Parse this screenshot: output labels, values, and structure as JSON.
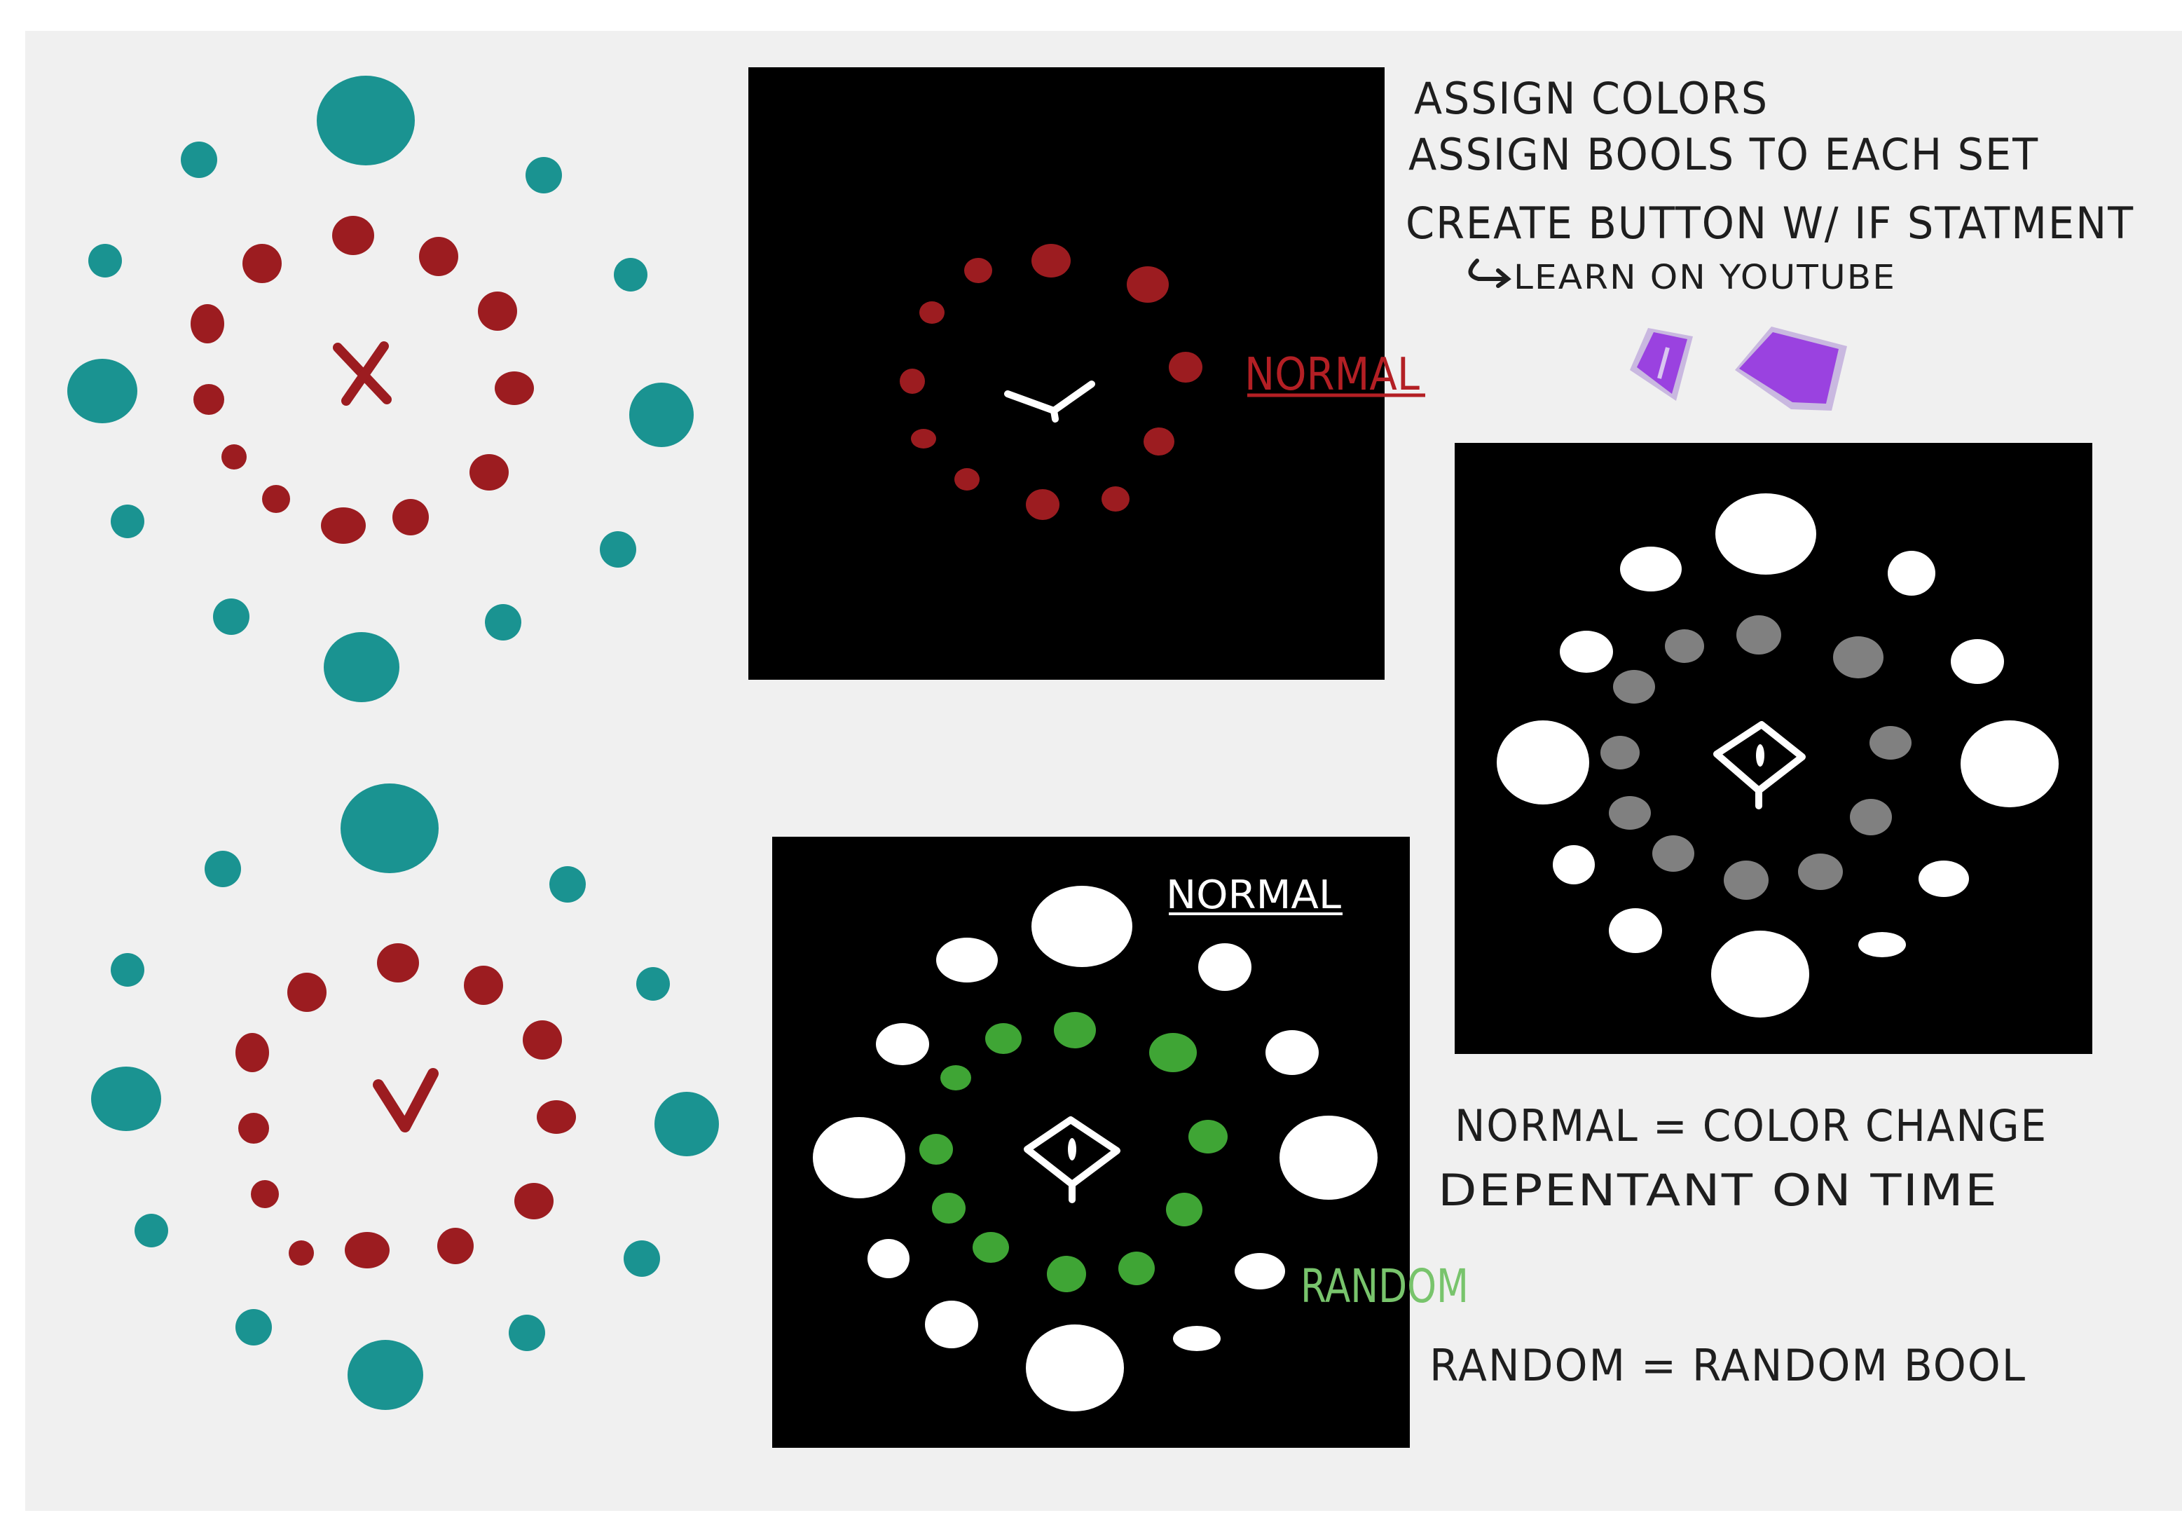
{
  "colors": {
    "paper": "#f0f0f0",
    "border": "#ffffff",
    "panel": "#000000",
    "teal": "#1a9391",
    "red": "#9c1c20",
    "green": "#3fa535",
    "grey": "#808080",
    "white": "#ffffff",
    "purple": "#9a42e0",
    "ink": "#1e1e1e"
  },
  "notes": {
    "line1": "ASSIGN COLORS",
    "line2": "ASSIGN BOOLS TO EACH SET",
    "line3": "CREATE BUTTON W/ IF STATMENT",
    "line4": "LEARN ON YOUTUBE",
    "normal_def_1": "NORMAL = COLOR CHANGE",
    "normal_def_2": "DEPENTANT ON TIME",
    "random_def": "RANDOM = RANDOM BOOL"
  },
  "labels": {
    "normal_red": "NORMAL",
    "normal_white": "NORMAL",
    "random_green": "RANDOM"
  },
  "icons": {
    "wrong": "x-mark-icon",
    "right": "check-mark-icon",
    "clock": "clock-hands-icon",
    "eye": "eye-diamond-icon",
    "arrow": "curved-arrow-icon",
    "swatch": "purple-swatch-icon"
  }
}
